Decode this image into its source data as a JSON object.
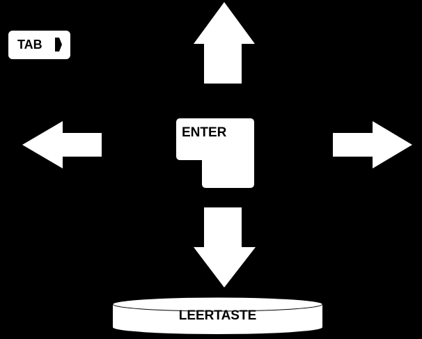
{
  "keys": {
    "tab": "TAB",
    "enter": "ENTER",
    "space": "LEERTASTE"
  },
  "colors": {
    "background": "#000000",
    "key": "#ffffff",
    "text": "#000000"
  }
}
